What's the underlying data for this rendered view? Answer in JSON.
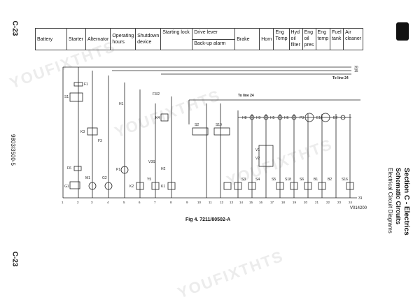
{
  "page": {
    "number_top": "C-23",
    "number_bottom": "C-23",
    "doc_ref": "9803/3500-5",
    "section_title": "Section C - Electrics",
    "subtitle": "Schematic Circuits",
    "subsubtitle": "Electrical Circuit Diagrams",
    "figure_caption": "Fig 4. 7211/80502-A",
    "diagram_code": "V014200",
    "watermark": "YOUFIXTHTS"
  },
  "header": {
    "cells": [
      "Battery",
      "Starter",
      "Alternator",
      "Operating hours",
      "Shutdown device",
      "Starting lock",
      "Drive lever",
      "Back-up alarm",
      "Brake",
      "Horn",
      "Eng Temp",
      "Hyd oil filter",
      "Eng oil pres",
      "Eng temp",
      "Fuel tank",
      "Air cleaner"
    ]
  },
  "diagram": {
    "labels": {
      "to_line_24_top": "To line 24",
      "to_line_24_mid": "To line 24",
      "rail_30": "30",
      "rail_15": "15",
      "rail_31": "31"
    },
    "components": [
      "F1",
      "S1",
      "K3",
      "F3",
      "F6",
      "G1",
      "M1",
      "G2",
      "P1",
      "K2",
      "Y5",
      "K1",
      "F3/2",
      "K4",
      "H1",
      "V3S",
      "H2",
      "S2",
      "S19",
      "H8",
      "H9",
      "H5",
      "H6",
      "P3",
      "E1",
      "E2",
      "S3",
      "S4",
      "S5",
      "S18",
      "S6",
      "B1",
      "B2",
      "S16",
      "V1",
      "V2"
    ],
    "terminal_numbers": [
      "1",
      "2",
      "3",
      "4",
      "5",
      "6",
      "7",
      "8",
      "9",
      "10",
      "11",
      "12",
      "13",
      "14",
      "15",
      "16",
      "17",
      "18",
      "19",
      "20",
      "21",
      "22",
      "23",
      "24"
    ]
  }
}
